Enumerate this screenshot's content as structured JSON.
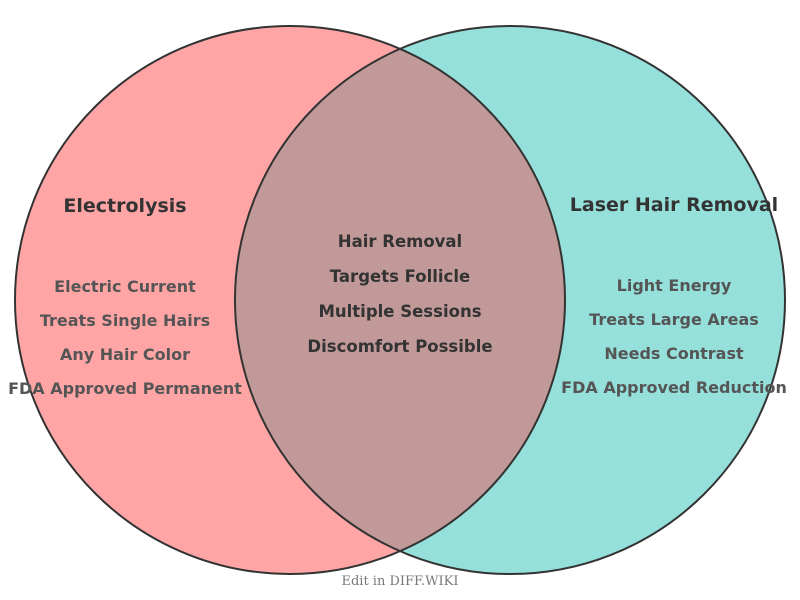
{
  "venn": {
    "left": {
      "title": "Electrolysis",
      "items": [
        "Electric Current",
        "Treats Single Hairs",
        "Any Hair Color",
        "FDA Approved Permanent"
      ],
      "color": "#ffa5a5"
    },
    "right": {
      "title": "Laser Hair Removal",
      "items": [
        "Light Energy",
        "Treats Large Areas",
        "Needs Contrast",
        "FDA Approved Reduction"
      ],
      "color": "#95e0da"
    },
    "overlap": {
      "items": [
        "Hair Removal",
        "Targets Follicle",
        "Multiple Sessions",
        "Discomfort Possible"
      ],
      "color": "#c09998"
    },
    "outline_color": "#333333"
  },
  "footer": {
    "text": "Edit in DIFF.WIKI"
  }
}
